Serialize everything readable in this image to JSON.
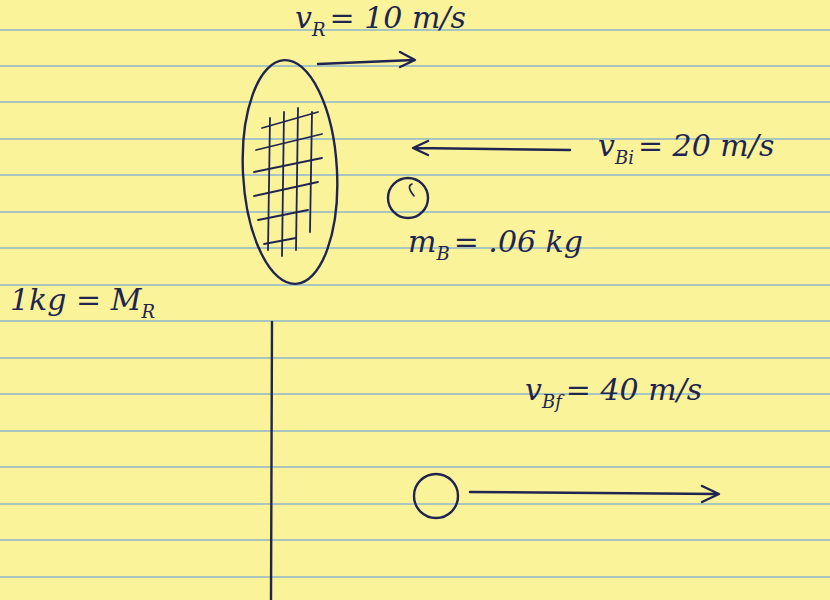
{
  "diagram": {
    "labels": [
      "v",
      "R",
      "= 10 m/s",
      "v",
      "Bi",
      "= 20 m/s",
      "m",
      "B",
      "= .06 kg",
      "1kg = M",
      "R",
      "v",
      "Bf",
      "= 40 m/s"
    ]
  }
}
